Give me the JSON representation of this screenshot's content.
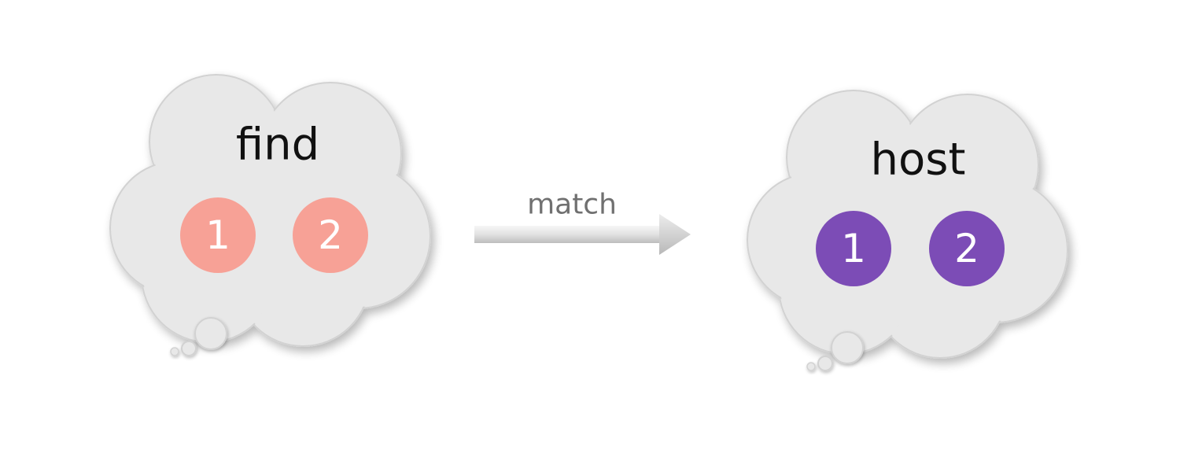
{
  "find_cloud": {
    "title": "find",
    "badges": [
      "1",
      "2"
    ],
    "badge_color": "#F7A196"
  },
  "arrow": {
    "label": "match"
  },
  "host_cloud": {
    "title": "host",
    "badges": [
      "1",
      "2"
    ],
    "badge_color": "#7C4CB6"
  },
  "colors": {
    "cloud_fill": "#E8E8E8",
    "cloud_edge": "#D2D2D2",
    "arrow_fill": "#DADADA"
  }
}
